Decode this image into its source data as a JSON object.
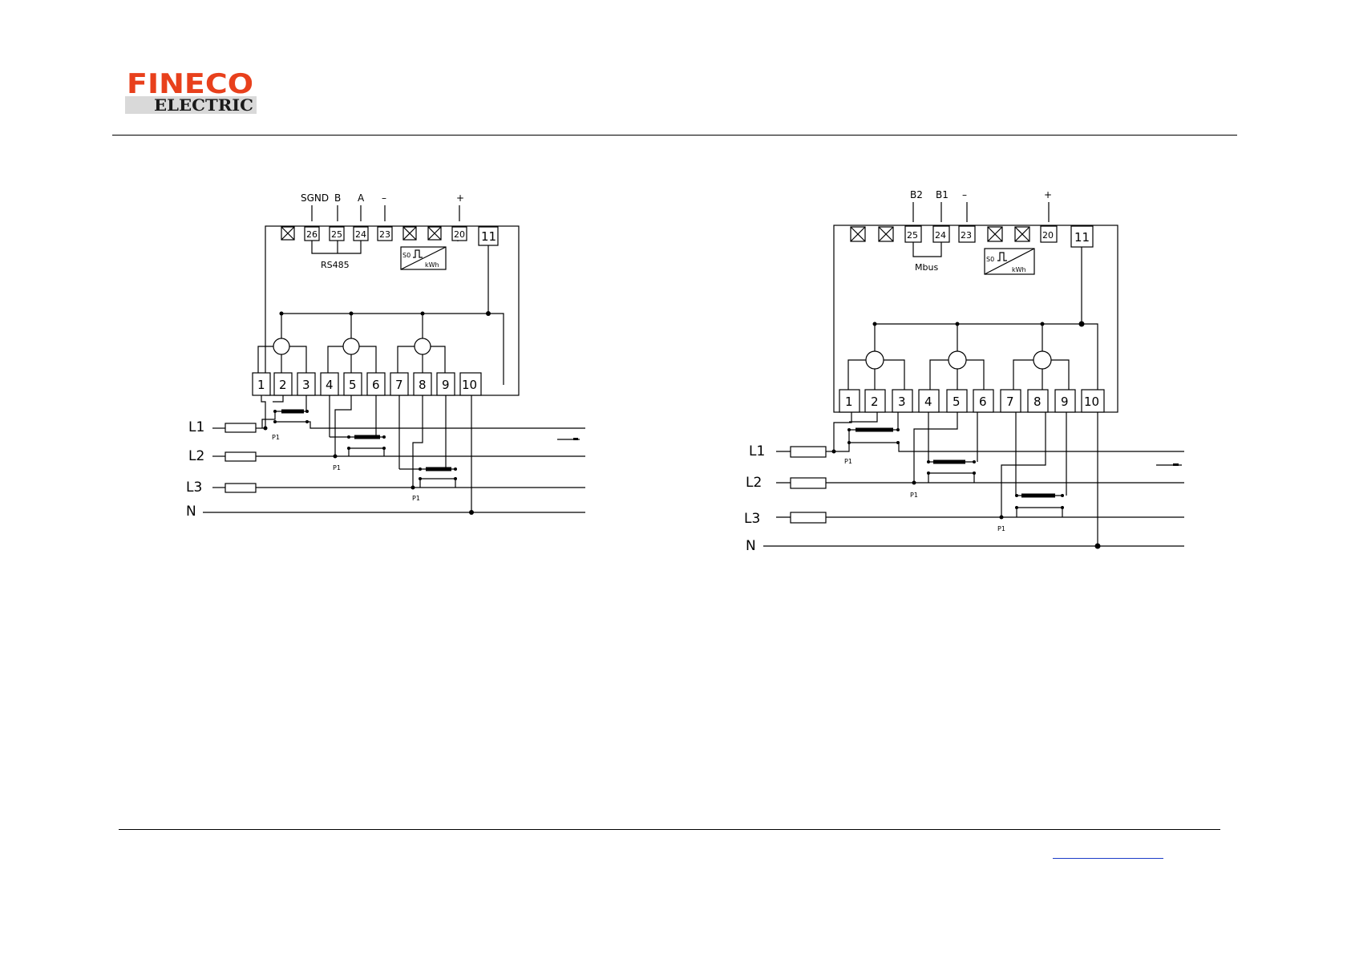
{
  "logo": {
    "line1": "FINECO",
    "line2": "ELECTRIC",
    "colors": {
      "accent": "#e8401c",
      "text": "#1a1a1a",
      "line2_bg": "#d9d9d9"
    }
  },
  "diagram_rs485": {
    "top_labels": [
      "SGND",
      "B",
      "A",
      "–",
      "+"
    ],
    "top_terminals": [
      "26",
      "25",
      "24",
      "23",
      "20"
    ],
    "terminal_11": "11",
    "bus_label": "RS485",
    "pulse": {
      "s0": "S0",
      "kwh": "kWh"
    },
    "bottom_terminals": [
      "1",
      "2",
      "3",
      "4",
      "5",
      "6",
      "7",
      "8",
      "9",
      "10"
    ],
    "lines": [
      "L1",
      "L2",
      "L3",
      "N"
    ],
    "p1_label": "P1"
  },
  "diagram_mbus": {
    "top_labels": [
      "B2",
      "B1",
      "–",
      "+"
    ],
    "top_terminals": [
      "25",
      "24",
      "23",
      "20"
    ],
    "terminal_11": "11",
    "bus_label": "Mbus",
    "pulse": {
      "s0": "S0",
      "kwh": "kWh"
    },
    "bottom_terminals": [
      "1",
      "2",
      "3",
      "4",
      "5",
      "6",
      "7",
      "8",
      "9",
      "10"
    ],
    "lines": [
      "L1",
      "L2",
      "L3",
      "N"
    ],
    "p1_label": "P1"
  },
  "colors": {
    "line": "#000000",
    "link": "#1a3cc8"
  }
}
